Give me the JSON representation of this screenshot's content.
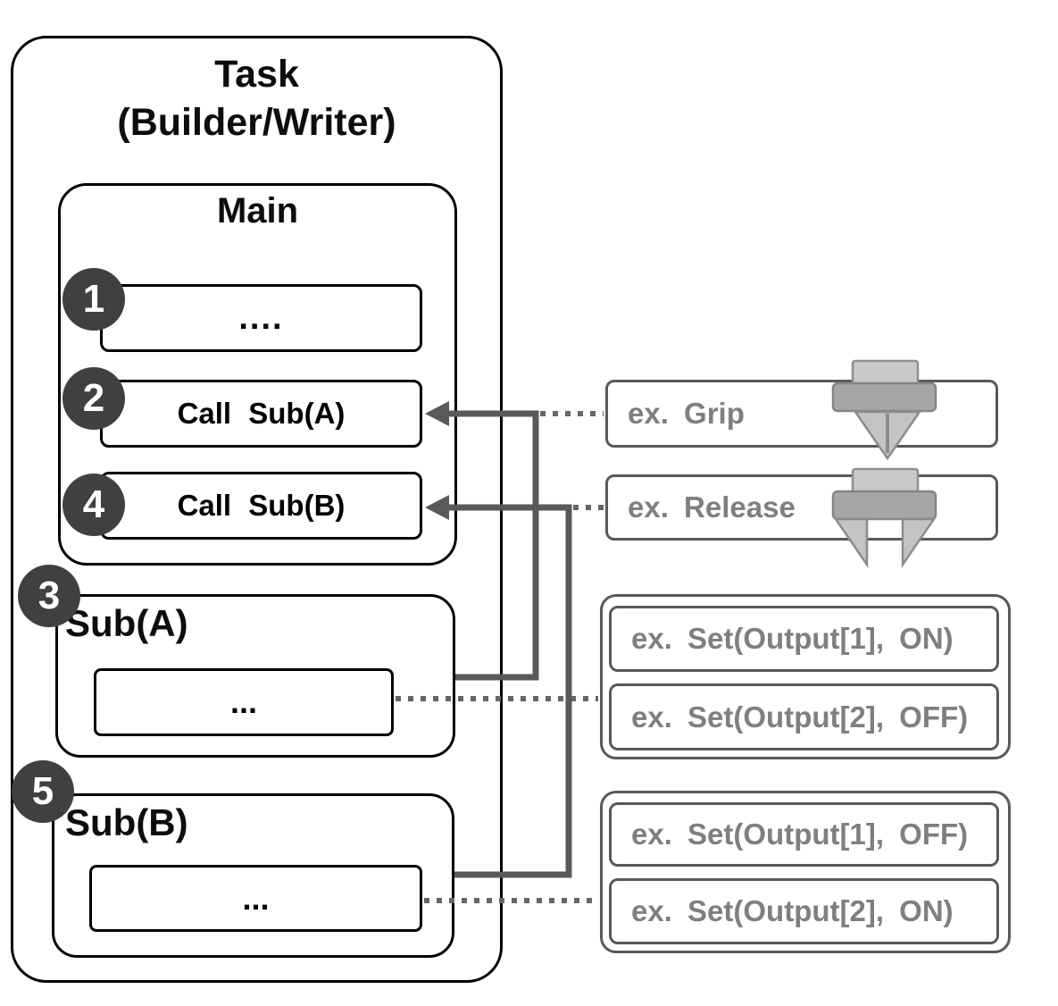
{
  "task": {
    "title": [
      "Task",
      "(Builder/Writer)"
    ],
    "main": {
      "title": "Main",
      "steps": [
        {
          "badge": "1",
          "label": "...."
        },
        {
          "badge": "2",
          "label": "Call Sub(A)"
        },
        {
          "badge": "4",
          "label": "Call Sub(B)"
        }
      ]
    },
    "subroutines": [
      {
        "badge": "3",
        "title": "Sub(A)",
        "body": "..."
      },
      {
        "badge": "5",
        "title": "Sub(B)",
        "body": "..."
      }
    ]
  },
  "annotations": {
    "grip": {
      "label": "ex. Grip",
      "icon": "gripper-closed"
    },
    "release": {
      "label": "ex. Release",
      "icon": "gripper-open"
    },
    "sub_a_examples": [
      "ex. Set(Output[1], ON)",
      "ex. Set(Output[2], OFF)"
    ],
    "sub_b_examples": [
      "ex. Set(Output[1], OFF)",
      "ex. Set(Output[2], ON)"
    ]
  },
  "colors": {
    "box_border": "#000000",
    "gray_border": "#595959",
    "gray_text": "#7f7f7f",
    "badge_fill": "#404040",
    "badge_text": "#ffffff",
    "connector_solid": "#595959",
    "connector_dotted": "#666666",
    "icon_light_gray": "#c9c9c9",
    "icon_mid_gray": "#a6a6a6"
  }
}
